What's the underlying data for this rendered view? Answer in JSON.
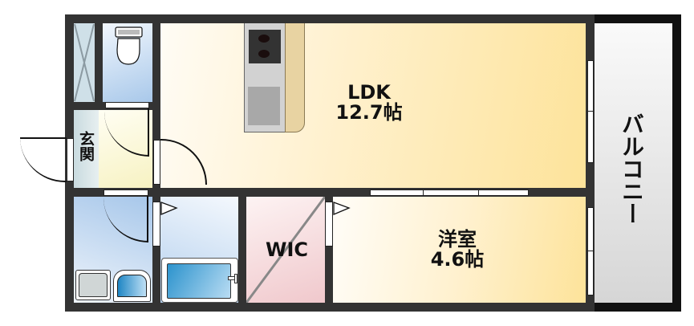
{
  "floorplan": {
    "rooms": [
      {
        "id": "ldk",
        "name": "LDK",
        "size": "12.7帖"
      },
      {
        "id": "western",
        "name": "洋室",
        "size": "4.6帖"
      },
      {
        "id": "wic",
        "name": "WIC"
      },
      {
        "id": "entrance",
        "name": "玄関"
      },
      {
        "id": "balcony",
        "name": "バルコニー"
      },
      {
        "id": "toilet"
      },
      {
        "id": "washroom"
      },
      {
        "id": "bathroom"
      },
      {
        "id": "storage"
      }
    ],
    "colors": {
      "wall": "#333333",
      "ldk_fill_start": "#fffbf0",
      "ldk_fill_end": "#fde49a",
      "wet_area_start": "#e8f1fb",
      "wet_area_end": "#a9c9ec",
      "wic_fill": "#f5d3d6",
      "balcony_fill": "#e2e2e2",
      "bathtub": "#3a9fd3"
    }
  }
}
